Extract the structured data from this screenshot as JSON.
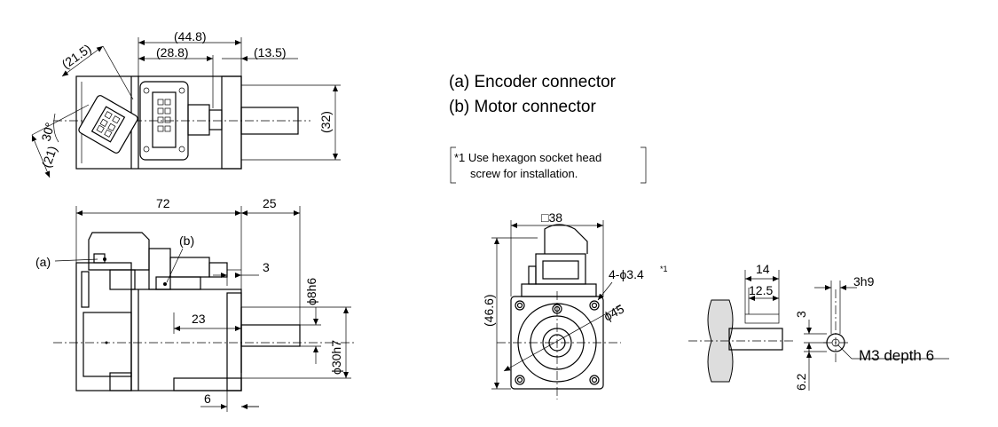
{
  "legend": {
    "a": "(a) Encoder connector",
    "b": "(b) Motor connector"
  },
  "note": {
    "line1": "*1 Use hexagon socket head",
    "line2": "screw for installation."
  },
  "top_view": {
    "d_44_8": "(44.8)",
    "d_28_8": "(28.8)",
    "d_13_5": "(13.5)",
    "d_21_5": "(21.5)",
    "d_30deg": "30°",
    "d_21": "(21)",
    "d_32": "(32)"
  },
  "side_view": {
    "d_72": "72",
    "d_25": "25",
    "label_a": "(a)",
    "label_b": "(b)",
    "d_3": "3",
    "d_23": "23",
    "d_6": "6",
    "shaft": "ϕ8h6",
    "pilot": "ϕ30h7"
  },
  "front_view": {
    "square": "□38",
    "height": "(46.6)",
    "holes": "4-ϕ3.4",
    "holes_note": "*1",
    "pcd": "ϕ45"
  },
  "shaft_detail": {
    "d_14": "14",
    "d_12_5": "12.5",
    "d_3h9": "3h9",
    "d_3": "3",
    "d_6_2": "6.2",
    "tap": "M3 depth 6"
  }
}
